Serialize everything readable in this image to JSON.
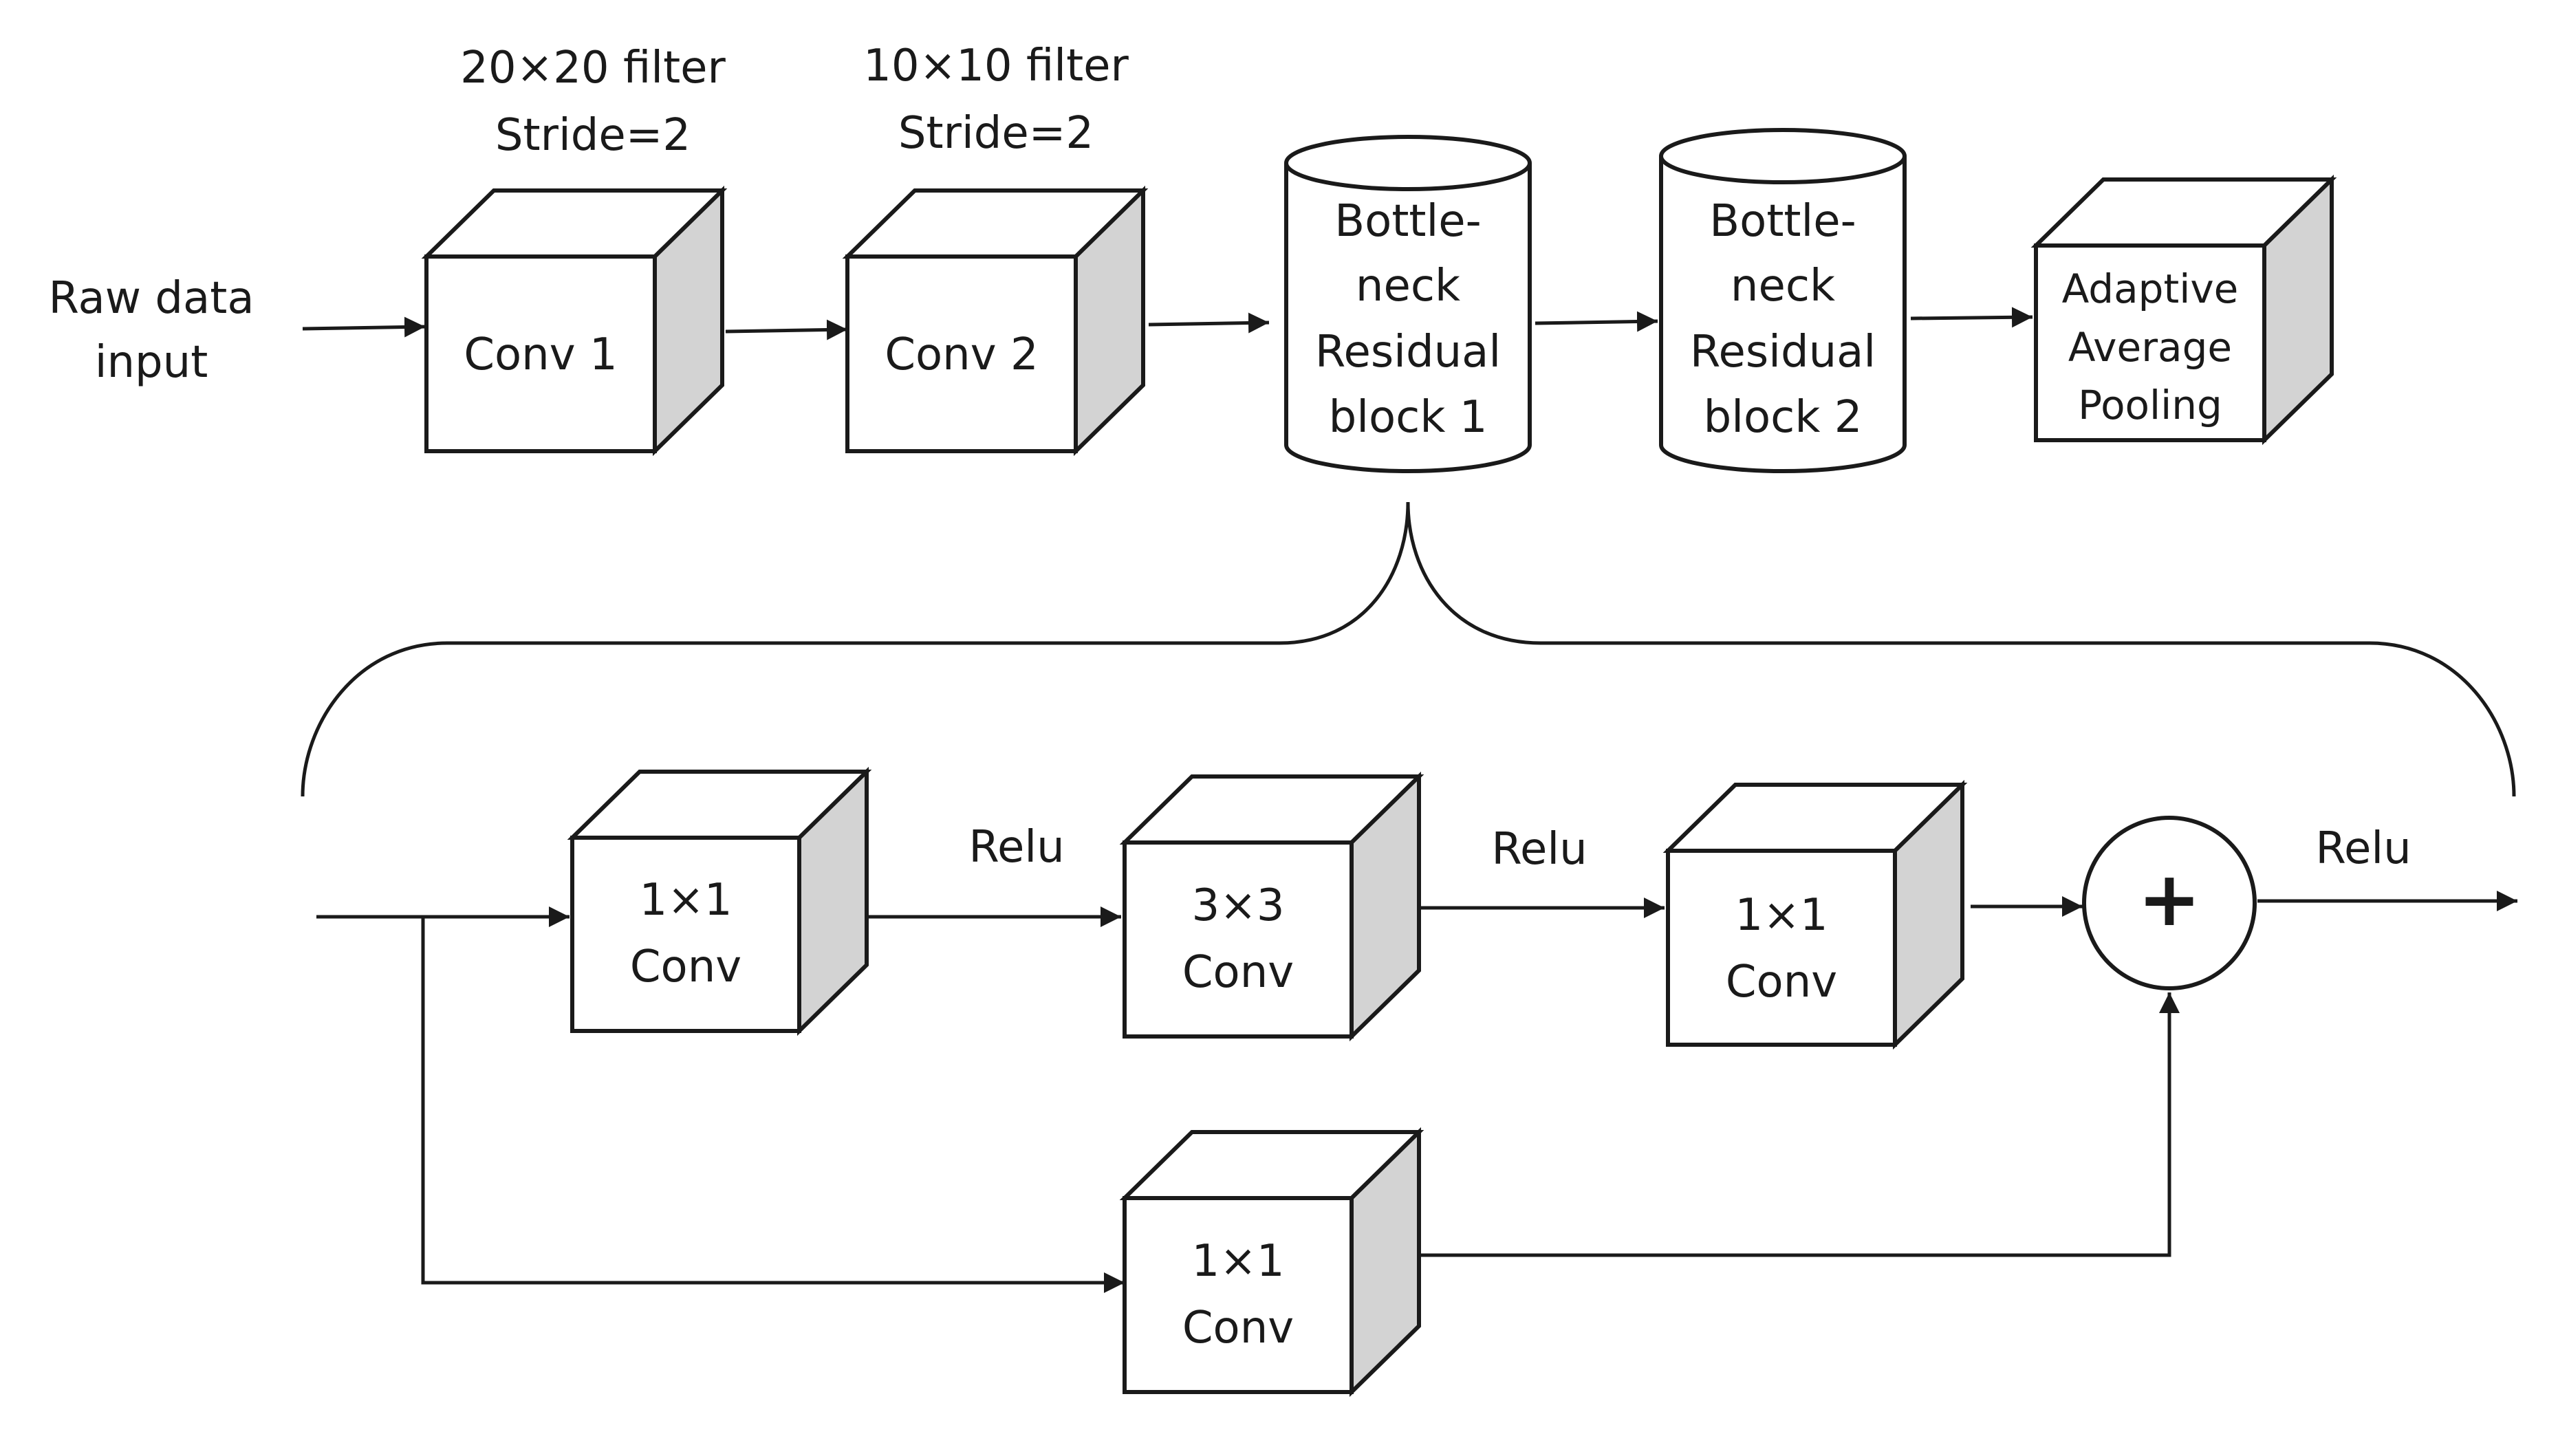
{
  "input_label": [
    "Raw data",
    "input"
  ],
  "conv1": {
    "label": "Conv 1",
    "annotation": [
      "20×20 filter",
      "Stride=2"
    ]
  },
  "conv2": {
    "label": "Conv 2",
    "annotation": [
      "10×10 filter",
      "Stride=2"
    ]
  },
  "block1": {
    "lines": [
      "Bottle-",
      "neck",
      "Residual",
      "block 1"
    ]
  },
  "block2": {
    "lines": [
      "Bottle-",
      "neck",
      "Residual",
      "block 2"
    ]
  },
  "pool": {
    "lines": [
      "Adaptive",
      "Average",
      "Pooling"
    ]
  },
  "detail": {
    "conv_a": [
      "1×1",
      "Conv"
    ],
    "conv_b": [
      "3×3",
      "Conv"
    ],
    "conv_c": [
      "1×1",
      "Conv"
    ],
    "conv_skip": [
      "1×1",
      "Conv"
    ],
    "relu_1": "Relu",
    "relu_2": "Relu",
    "relu_3": "Relu",
    "add_symbol": "+"
  },
  "colors": {
    "side_face": "#d3d3d3",
    "line": "#1a1a1a",
    "background": "#ffffff"
  },
  "icons": [
    "arrow-icon",
    "cube-icon",
    "cylinder-icon",
    "sum-circle-icon",
    "brace-icon"
  ]
}
